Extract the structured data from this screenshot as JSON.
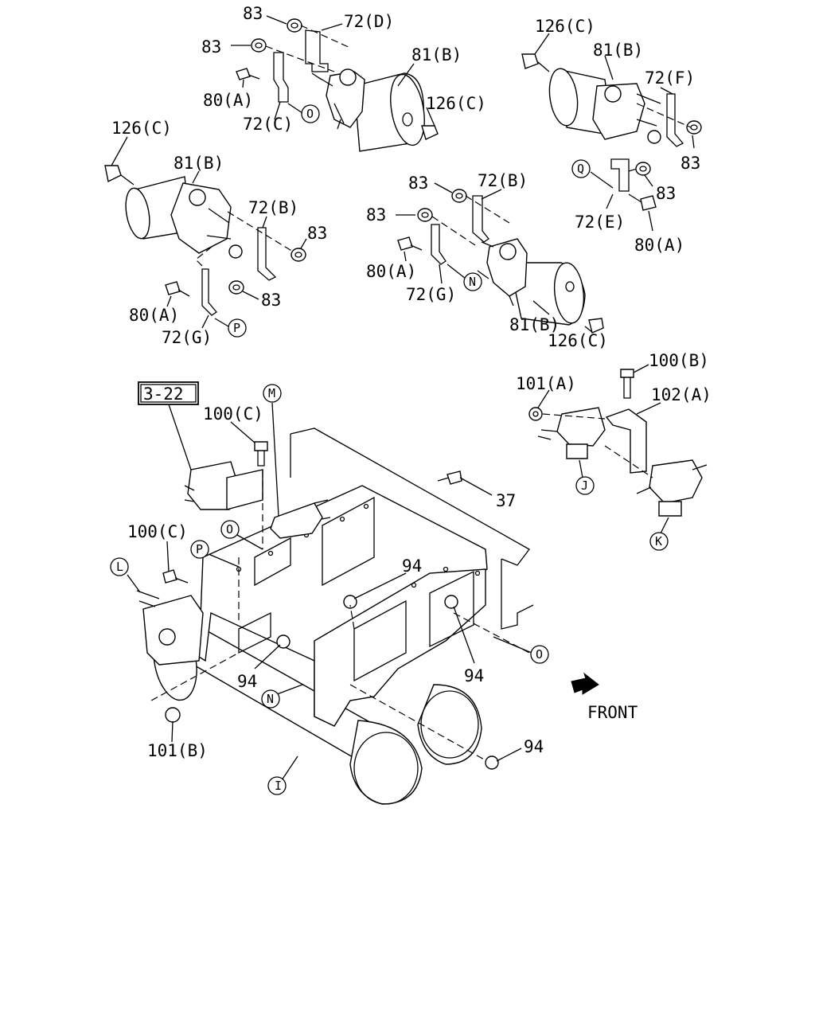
{
  "labels": {
    "tl_83a": "83",
    "tl_72d": "72(D)",
    "tl_83b": "83",
    "tl_81b": "81(B)",
    "tl_80a": "80(A)",
    "tl_126c": "126(C)",
    "tl_72c": "72(C)",
    "tr_126c": "126(C)",
    "tr_81b": "81(B)",
    "tr_72f": "72(F)",
    "tr_83a": "83",
    "tr_83b": "83",
    "tr_72e": "72(E)",
    "tr_80a": "80(A)",
    "ml_126c": "126(C)",
    "ml_81b": "81(B)",
    "ml_72b": "72(B)",
    "ml_83a": "83",
    "ml_83b": "83",
    "ml_80a": "80(A)",
    "ml_72g": "72(G)",
    "mc_83a": "83",
    "mc_72b": "72(B)",
    "mc_83b": "83",
    "mc_80a": "80(A)",
    "mc_72g": "72(G)",
    "mc_81b": "81(B)",
    "mc_126c": "126(C)",
    "ref_box": "3-22",
    "main_100c_a": "100(C)",
    "main_100c_b": "100(C)",
    "main_37": "37",
    "main_94a": "94",
    "main_94b": "94",
    "main_94c": "94",
    "main_94d": "94",
    "main_101b": "101(B)",
    "rv_100b": "100(B)",
    "rv_101a": "101(A)",
    "rv_102a": "102(A)",
    "front": "FRONT"
  },
  "callouts": {
    "O1": "O",
    "Q": "Q",
    "P1": "P",
    "N1": "N",
    "M": "M",
    "O2": "O",
    "P2": "P",
    "L": "L",
    "J": "J",
    "K": "K",
    "O3": "O",
    "N2": "N",
    "I": "I"
  }
}
